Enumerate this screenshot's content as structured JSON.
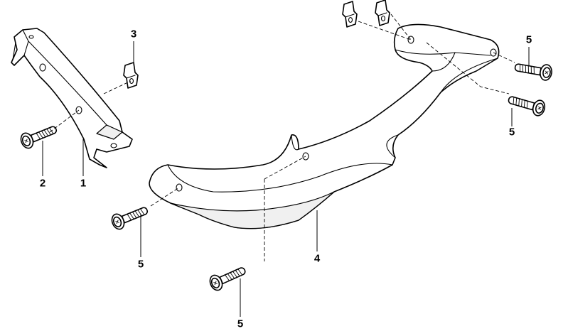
{
  "diagram": {
    "callouts": [
      {
        "id": "c1",
        "label": "1"
      },
      {
        "id": "c2",
        "label": "2"
      },
      {
        "id": "c3",
        "label": "3"
      },
      {
        "id": "c4",
        "label": "4"
      },
      {
        "id": "c5a",
        "label": "5"
      },
      {
        "id": "c5b",
        "label": "5"
      },
      {
        "id": "c5c",
        "label": "5"
      },
      {
        "id": "c5d",
        "label": "5"
      }
    ]
  },
  "colors": {
    "line": "#000000",
    "background": "#ffffff"
  }
}
